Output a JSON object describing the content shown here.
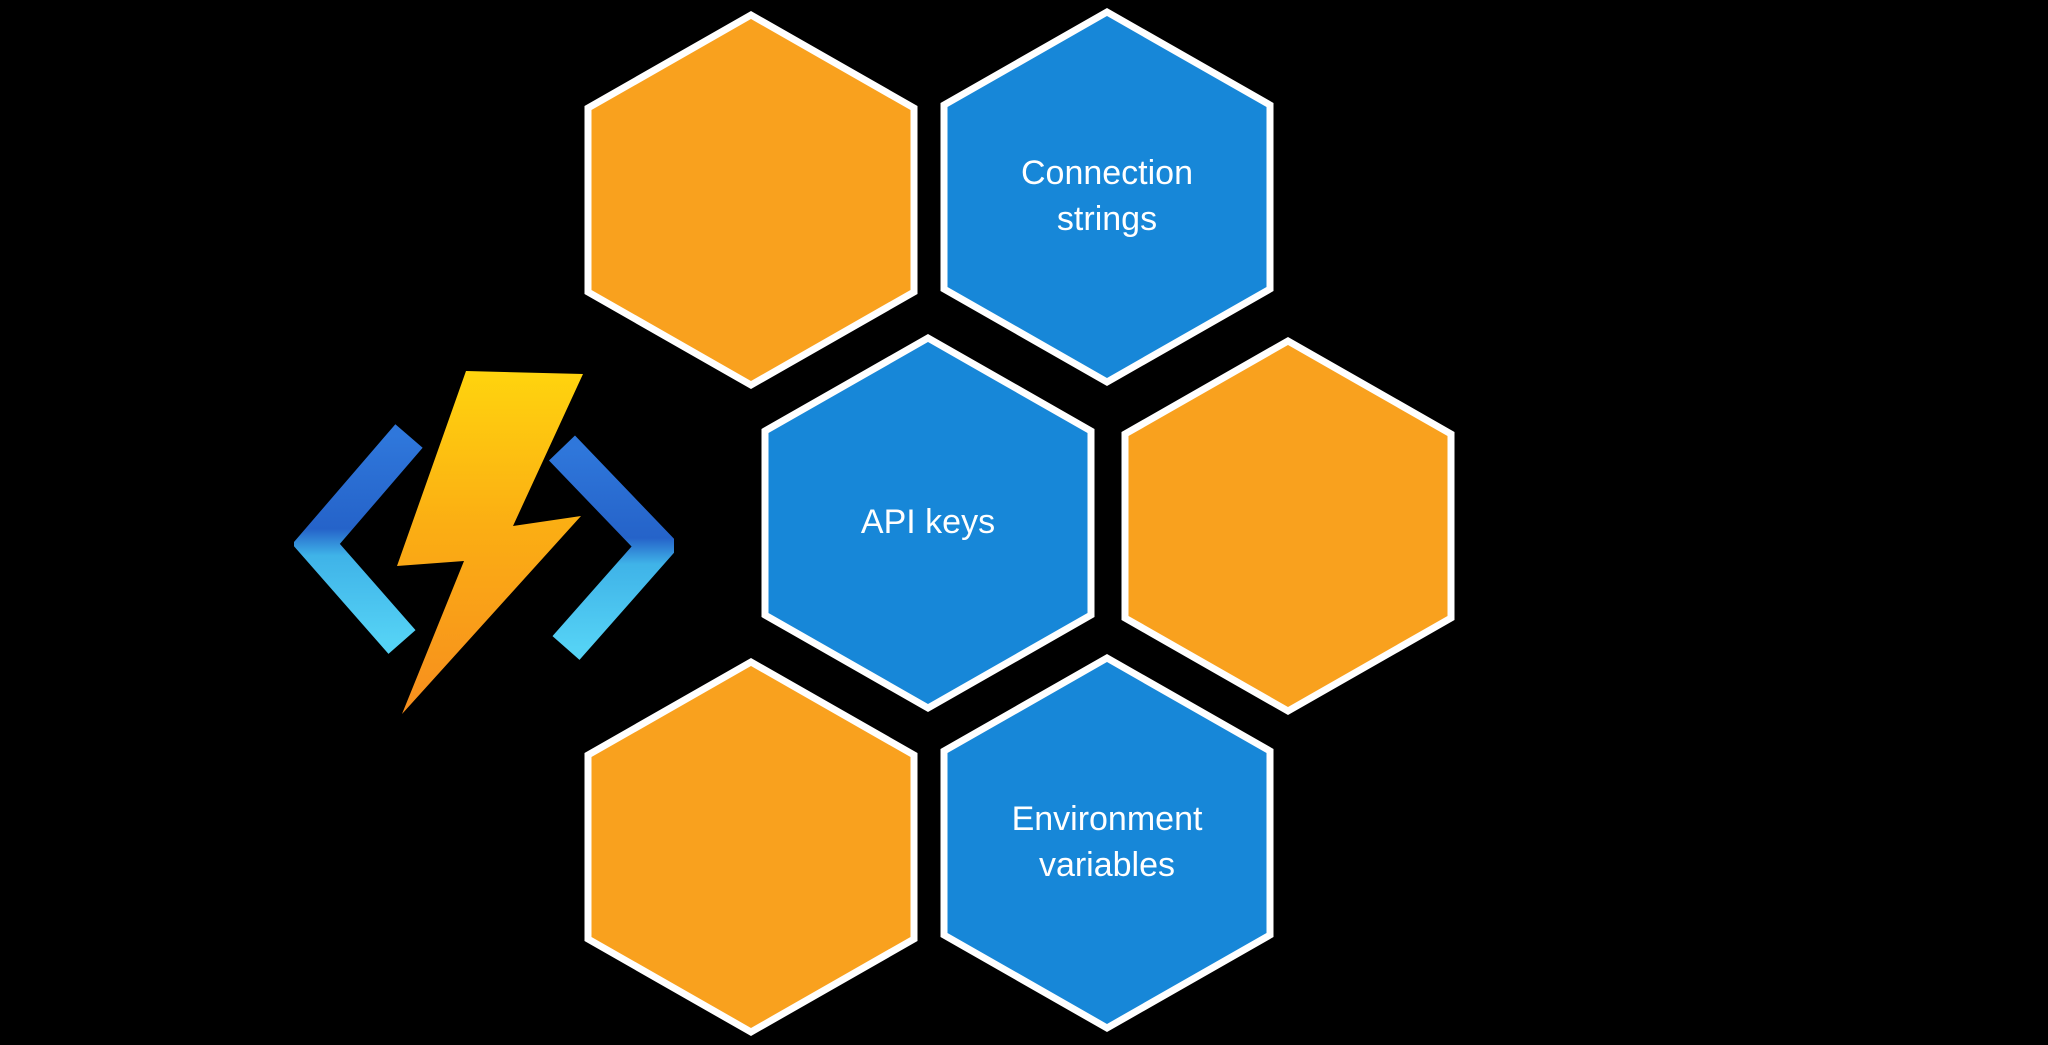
{
  "diagram": {
    "name": "azure-functions-app-settings-honeycomb",
    "background_color": "#000000"
  },
  "colors": {
    "orange": "#F9A11E",
    "blue": "#1787D8",
    "hex_border": "#FFFFFF",
    "label_text": "#FFFFFF",
    "bolt_top": "#FFD40E",
    "bolt_bottom": "#F78E1E",
    "bracket_blue": "#2F77DB",
    "bracket_cyan": "#55D2F5"
  },
  "logo": {
    "name": "azure-functions-logo"
  },
  "hexagons": [
    {
      "id": "top-left",
      "color": "orange",
      "label": ""
    },
    {
      "id": "top-right",
      "color": "blue",
      "label": "Connection strings"
    },
    {
      "id": "middle-left",
      "color": "blue",
      "label": "API keys"
    },
    {
      "id": "middle-right",
      "color": "orange",
      "label": ""
    },
    {
      "id": "bottom-left",
      "color": "orange",
      "label": ""
    },
    {
      "id": "bottom-right",
      "color": "blue",
      "label": "Environment variables"
    }
  ]
}
